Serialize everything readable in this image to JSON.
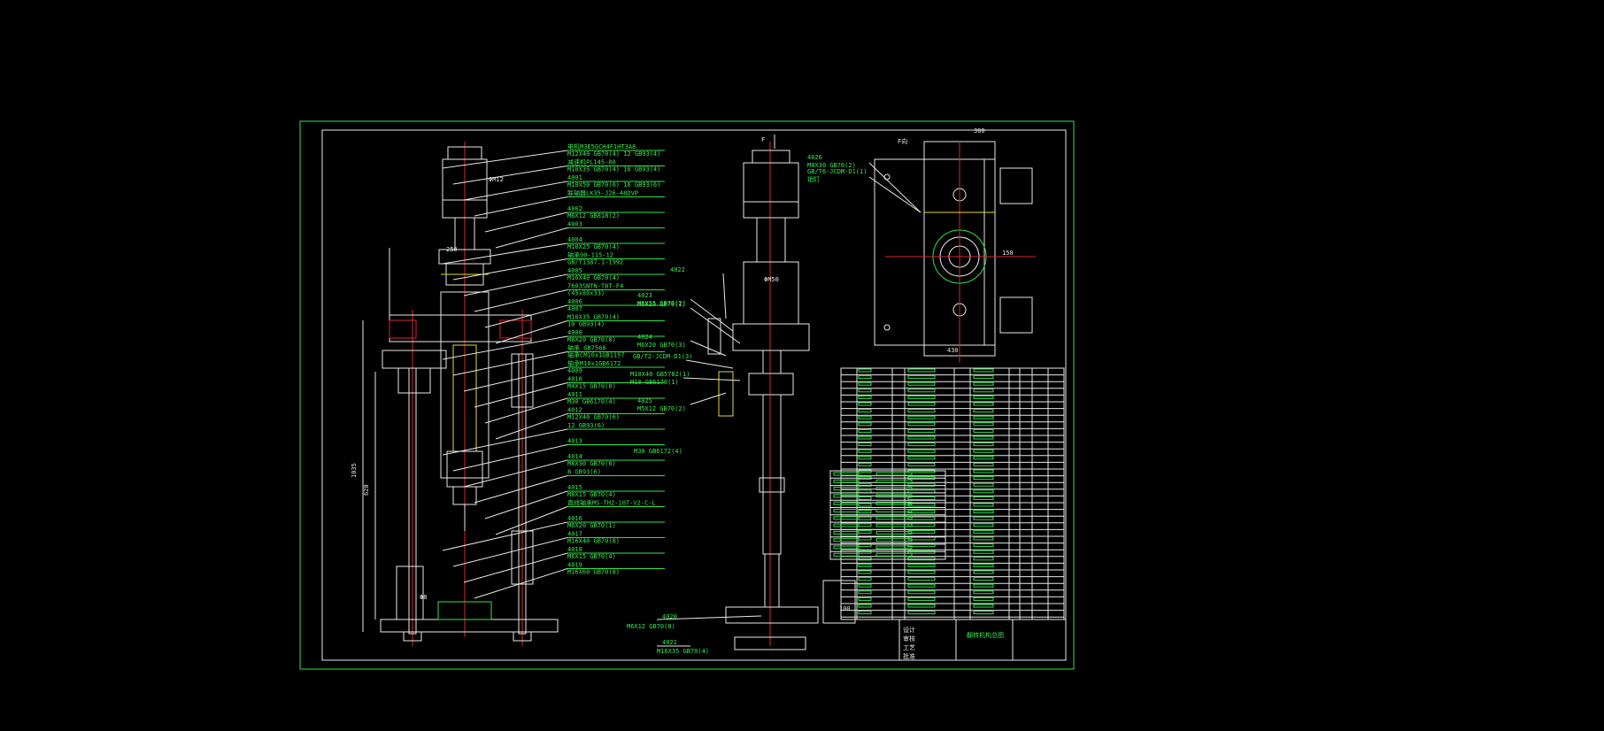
{
  "drawing": {
    "view_labels": {
      "side": "F",
      "top": "F向"
    },
    "main_view_callouts": [
      {
        "id": "top1",
        "line1": "电机M3E5GCH4F1HT3A8",
        "line2": "M12X40 GB70(4) 12 GB93(4)"
      },
      {
        "id": "top2",
        "line1": "减速机PL145-80",
        "line2": "M10X35 GB70(4) 10 GB93(4)"
      },
      {
        "id": "4001",
        "line1": "4001",
        "line2": "M10X50 GB70(6) 16 GB93(6)"
      },
      {
        "id": "4002",
        "line1": "联轴器LK35-J26-48DVP",
        "line2": ""
      },
      {
        "id": "4003",
        "line1": "4002",
        "line2": "M6X12 GB818(2)"
      },
      {
        "id": "4004",
        "line1": "4003",
        "line2": ""
      },
      {
        "id": "4005",
        "line1": "4004",
        "line2": "M10X25 GB70(4)"
      },
      {
        "id": "4006",
        "line1": "轴承90-115-12",
        "line2": "GB/T1387.1-1992"
      },
      {
        "id": "4007",
        "line1": "4005",
        "line2": "M16X40 GB70(4)"
      },
      {
        "id": "4008",
        "line1": "7603SNTN-T8T-F4",
        "line2": "(45x80x33)"
      },
      {
        "id": "4009",
        "line1": "4006",
        "line2": "4007"
      },
      {
        "id": "4010",
        "line1": "M10X35 GB70(4)",
        "line2": "10 GB93(4)"
      },
      {
        "id": "4011",
        "line1": "4008",
        "line2": "M8X20 GB70(8)"
      },
      {
        "id": "4012",
        "line1": "轴承 GB7568",
        "line2": "轴承CM10x1GB1157"
      },
      {
        "id": "4013",
        "line1": "轴承M10x1GB6172",
        "line2": "4009"
      },
      {
        "id": "4014",
        "line1": "4010",
        "line2": "M4X15 GB70(8)"
      },
      {
        "id": "4015",
        "line1": "4011",
        "line2": "M30 GB6170(4)"
      },
      {
        "id": "4016",
        "line1": "4012",
        "line2": "M12X40 GB70(6)"
      },
      {
        "id": "4017",
        "line1": "12 GB93(6)",
        "line2": ""
      },
      {
        "id": "4018",
        "line1": "4013",
        "line2": ""
      },
      {
        "id": "4019",
        "line1": "4014",
        "line2": "M8X30 GB70(6)"
      },
      {
        "id": "4020",
        "line1": "8 GB93(6)",
        "line2": ""
      },
      {
        "id": "4021",
        "line1": "4015",
        "line2": "M8X15 GB70(4)"
      },
      {
        "id": "4022",
        "line1": "直线轴承MS-TH2-10T-V2-C-L",
        "line2": ""
      },
      {
        "id": "4023",
        "line1": "4016",
        "line2": "M6X20 GB70(1)"
      },
      {
        "id": "4024",
        "line1": "4017",
        "line2": "M16X40 GB70(8)"
      },
      {
        "id": "4025",
        "line1": "4018",
        "line2": "M6X15 GB70(4)"
      },
      {
        "id": "4026",
        "line1": "4019",
        "line2": "M16X60 GB70(8)"
      }
    ],
    "extra_callouts": [
      {
        "text": "M30 GB6172(4)"
      },
      {
        "text": "M6X12 GB70(8)"
      },
      {
        "text": "4020"
      },
      {
        "text": "4021"
      },
      {
        "text": "M16X35 GB70(4)"
      }
    ],
    "side_view_callouts": [
      {
        "line1": "4022",
        "line2": ""
      },
      {
        "line1": "4023",
        "line2": "M6X15 GB70(2)"
      },
      {
        "line1": "M6X20 GB70(1)",
        "line2": ""
      },
      {
        "line1": "4024",
        "line2": "M6X20 GB70(3)"
      },
      {
        "line1": "GB/T2-JCDM-D1(3)",
        "line2": ""
      },
      {
        "line1": "M10X40 GB5782(1)",
        "line2": "M10 GB6170(1)"
      },
      {
        "line1": "4025",
        "line2": "M5X12 GB70(2)"
      }
    ],
    "top_view_callouts": [
      {
        "line1": "4026",
        "line2": "M8X30 GB70(2)"
      },
      {
        "line1": "GB/T6-JCDM-D1(1)",
        "line2": "销钉"
      }
    ],
    "dimensions": {
      "d1": "ΦM12",
      "d2": "ΦM50",
      "d3": "250",
      "d4": "100",
      "d5": "150",
      "d6": "300",
      "d7": "430",
      "d8": "1035",
      "d9": "620",
      "d10": "Φ8"
    },
    "title_block": {
      "title": "翻转机构总图",
      "rows": [
        "设计",
        "审核",
        "工艺",
        "批准"
      ]
    }
  }
}
